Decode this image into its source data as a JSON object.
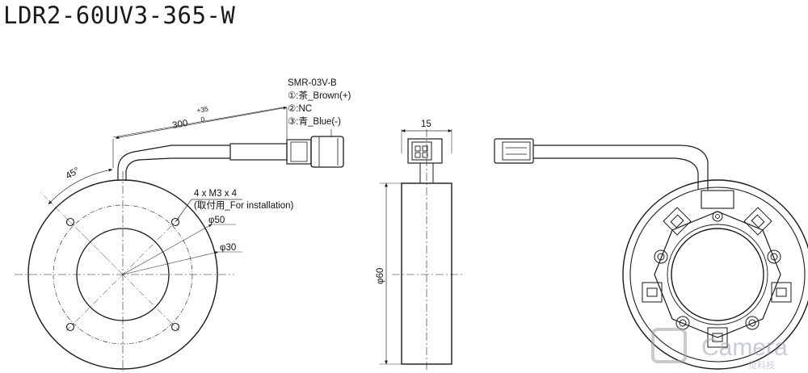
{
  "title": "LDR2-60UV3-365-W",
  "connector": {
    "model": "SMR-03V-B",
    "pin1": "①:茶_Brown(+)",
    "pin2": "②:NC",
    "pin3": "③:青_Blue(-)"
  },
  "dims": {
    "cable_length": "300",
    "tol_plus": "+35",
    "tol_minus": "0",
    "angle": "45°",
    "screws": "4 x M3 x 4",
    "screws_note": "(取付用_For installation)",
    "outer_dia": "φ50",
    "inner_dia": "φ30",
    "thickness": "15",
    "side_dia": "φ60"
  },
  "watermark": {
    "brand": "Camera",
    "sub": "觉科技"
  },
  "colors": {
    "line": "#1a1a1a",
    "dim": "#333333",
    "watermark": "#9aa3ad"
  }
}
